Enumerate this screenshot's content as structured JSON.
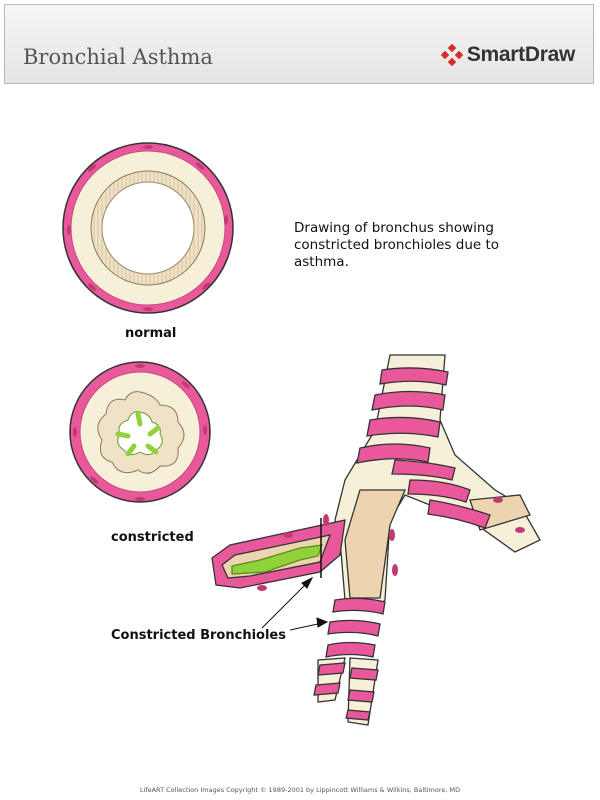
{
  "header": {
    "title": "Bronchial Asthma",
    "logo_text": "SmartDraw"
  },
  "description": "Drawing of bronchus showing constricted bronchioles due to asthma.",
  "labels": {
    "normal": "normal",
    "constricted": "constricted",
    "constricted_bronchioles": "Constricted Bronchioles"
  },
  "footer": "LifeART Collection Images Copyright © 1989-2001 by Lippincott Williams & Wilkins, Baltimore, MD",
  "colors": {
    "muscle_pink": "#e8589a",
    "tissue_cream": "#f6f0d8",
    "lumen_tan": "#edd4b0",
    "mucus_green": "#8fd23a",
    "logo_red": "#d92b2b"
  }
}
